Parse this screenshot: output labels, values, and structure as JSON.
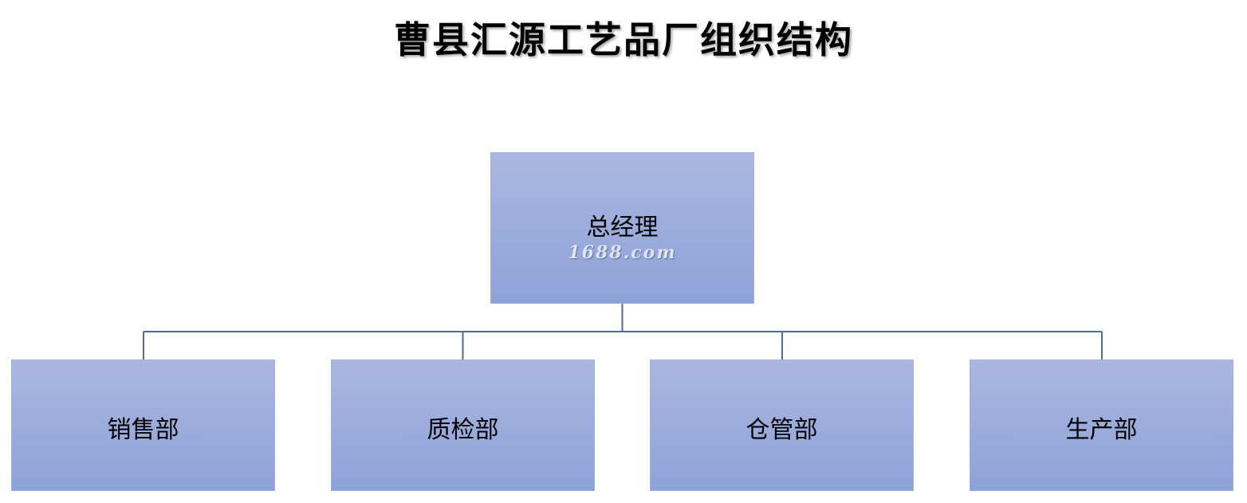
{
  "title": "曹县汇源工艺品厂组织结构",
  "root": {
    "label": "总经理",
    "watermark": "1688.com"
  },
  "children": [
    {
      "label": "销售部"
    },
    {
      "label": "质检部"
    },
    {
      "label": "仓管部"
    },
    {
      "label": "生产部"
    }
  ],
  "colors": {
    "box_top": "#aab7e1",
    "box_bottom": "#8da2d8",
    "connector": "#4a6aa8"
  }
}
